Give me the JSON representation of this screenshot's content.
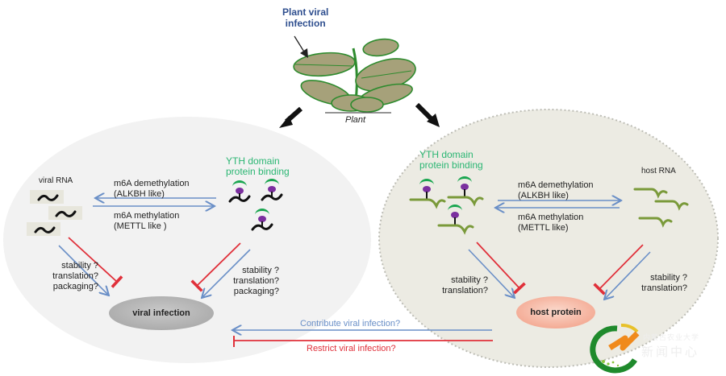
{
  "title": {
    "line1": "Plant viral",
    "line2": "infection"
  },
  "plant_label": "Plant",
  "left_panel": {
    "rna_label": "viral RNA",
    "ytb_label_line1": "YTH domain",
    "ytb_label_line2": "protein binding",
    "demethylation_line1": "m6A demethylation",
    "demethylation_line2": "(ALKBH like)",
    "methylation_line1": "m6A methylation",
    "methylation_line2": "(METTL like )",
    "effects_left": [
      "stability ?",
      "translation?",
      "packaging?"
    ],
    "effects_right": [
      "stability ?",
      "translation?",
      "packaging?"
    ],
    "outcome": "viral infection"
  },
  "right_panel": {
    "ytb_label_line1": "YTH domain",
    "ytb_label_line2": "protein binding",
    "rna_label": "host RNA",
    "demethylation_line1": "m6A demethylation",
    "demethylation_line2": "(ALKBH like)",
    "methylation_line1": "m6A methylation",
    "methylation_line2": "(METTL like)",
    "effects_left": [
      "stability ?",
      "translation?"
    ],
    "effects_right": [
      "stability ?",
      "translation?"
    ],
    "outcome": "host protein"
  },
  "links": {
    "contribute": "Contribute viral infection?",
    "restrict": "Restrict viral infection?"
  },
  "watermark": {
    "line1": "内蒙古农业大学",
    "line2": "新闻中心"
  },
  "colors": {
    "activate": "#6a8fc7",
    "inhibit": "#e0303a",
    "ytb_text": "#2bb673",
    "host_rna": "#7a9a3a",
    "left_bg": "#f2f2f2",
    "right_bg": "#ecebe3"
  }
}
